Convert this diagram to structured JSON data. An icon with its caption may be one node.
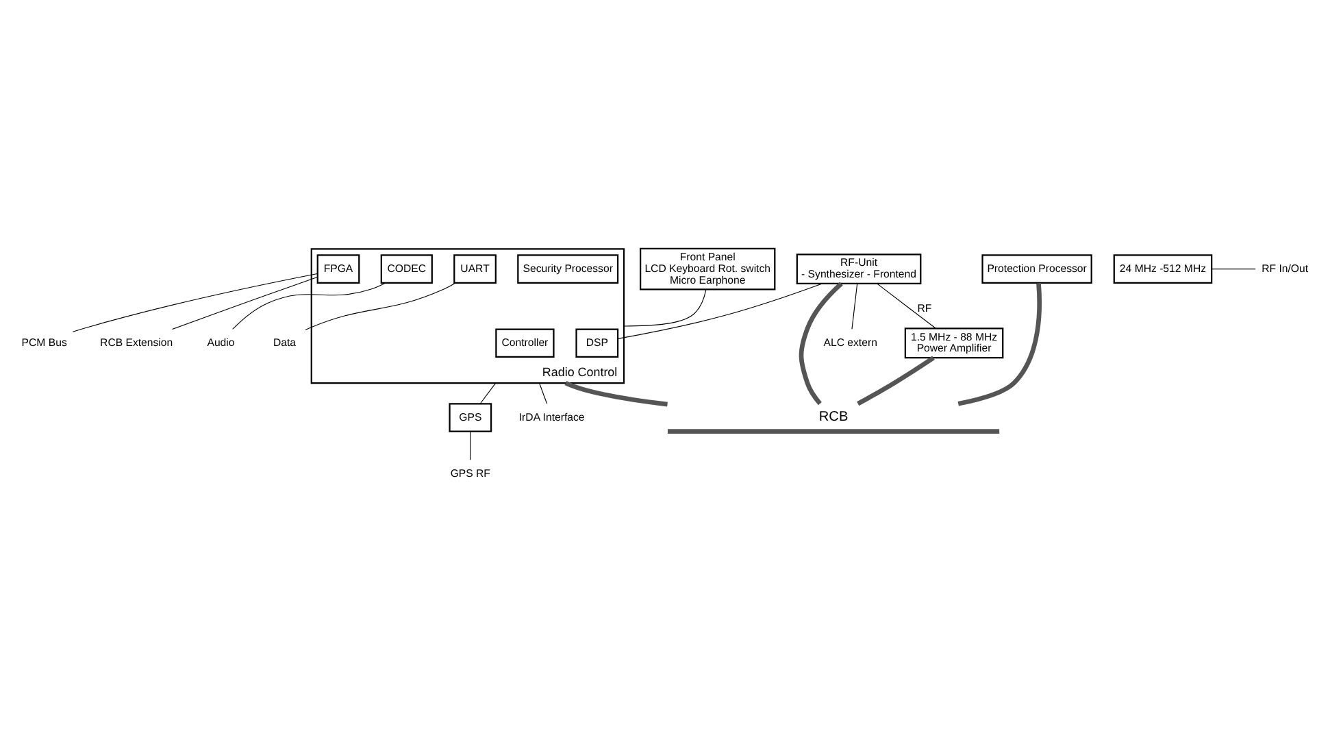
{
  "diagram": {
    "nodes": [
      {
        "text": [
          "Protection Processor"
        ]
      },
      {
        "text": [
          "RF-Unit",
          "- Synthesizer - Frontend"
        ]
      },
      {
        "text": [
          "24 MHz -512 MHz"
        ]
      },
      {
        "text": [
          "1.5 MHz - 88 MHz",
          "Power Amplifier"
        ]
      },
      {
        "text": [
          "RCB"
        ]
      },
      {
        "text": [
          "Front Panel",
          "LCD Keyboard Rot. switch",
          "Micro Earphone"
        ]
      },
      {
        "text": [
          "Radio Control"
        ]
      },
      {
        "text": [
          "Controller"
        ],
        "in": 6
      },
      {
        "text": [
          "Security Processor"
        ],
        "in": 6
      },
      {
        "text": [
          "DSP"
        ],
        "in": 6
      },
      {
        "text": [
          "FPGA"
        ],
        "in": 6
      },
      {
        "text": [
          "CODEC"
        ],
        "in": 6
      },
      {
        "text": [
          "UART"
        ],
        "in": 6
      },
      {
        "text": [
          "GPS"
        ]
      },
      {
        "text": [
          "RF In/Out"
        ]
      },
      {
        "text": [
          "ALC extern"
        ]
      },
      {
        "text": [
          "GPS RF"
        ]
      },
      {
        "text": [
          "PCM Bus"
        ]
      },
      {
        "text": [
          "RCB Extension"
        ]
      },
      {
        "text": [
          "Audio"
        ]
      },
      {
        "text": [
          "Data"
        ]
      },
      {
        "text": [
          "IrDA Interface"
        ]
      }
    ],
    "edges": [
      {
        "from": 0,
        "to": 4,
        "arrow": "none",
        "style": "thick"
      },
      {
        "from": 1,
        "to": 4,
        "arrow": "none",
        "style": "thick"
      },
      {
        "from": 3,
        "to": 4,
        "arrow": "none",
        "style": "thick"
      },
      {
        "from": 6,
        "to": 4,
        "arrow": "none",
        "style": "thick"
      },
      {
        "from": 1,
        "to": 3,
        "label": "RF",
        "arrow": "none"
      },
      {
        "from": 2,
        "to": 14,
        "arrow": "none"
      },
      {
        "from": 1,
        "to": 15,
        "arrow": "none"
      },
      {
        "from": 1,
        "to": 9,
        "arrow": "none"
      },
      {
        "from": 5,
        "to": 6,
        "arrow": "none"
      },
      {
        "from": 6,
        "to": 13,
        "arrow": "none"
      },
      {
        "from": 13,
        "to": 16,
        "arrow": "none"
      },
      {
        "from": 10,
        "to": 17,
        "arrow": "none"
      },
      {
        "from": 10,
        "to": 18,
        "arrow": "none"
      },
      {
        "from": 11,
        "to": 19,
        "arrow": "none"
      },
      {
        "from": 12,
        "to": 20,
        "arrow": "none"
      },
      {
        "from": 6,
        "to": 21,
        "arrow": "none"
      }
    ]
  }
}
